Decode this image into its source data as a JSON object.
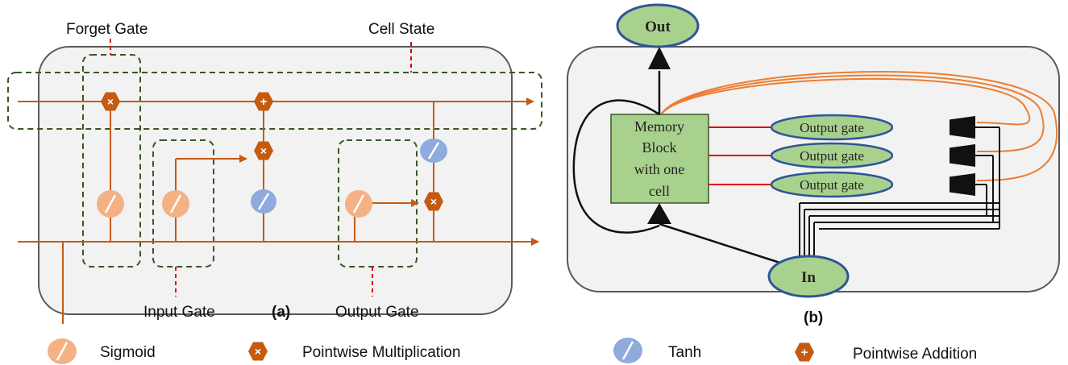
{
  "panel_a": {
    "caption": "(a)",
    "labels": {
      "forget_gate": "Forget Gate",
      "cell_state": "Cell State",
      "input_gate": "Input Gate",
      "output_gate": "Output Gate"
    }
  },
  "panel_b": {
    "caption": "(b)",
    "out_node": "Out",
    "in_node": "In",
    "memory_block": [
      "Memory",
      "Block",
      "with one",
      "cell"
    ],
    "gates": [
      "Output gate",
      "Output gate",
      "Output gate"
    ]
  },
  "legend": {
    "sigmoid": "Sigmoid",
    "multiplication": "Pointwise Multiplication",
    "tanh": "Tanh",
    "addition": "Pointwise Addition"
  },
  "colors": {
    "flow": "#c55a11",
    "sigmoid": "#f4b183",
    "tanh": "#8faadc",
    "gate_box": "#385723",
    "green_fill": "#a9d18e",
    "node_border": "#2f5597",
    "connector": "#ed7d31",
    "red_link": "#e00000"
  }
}
